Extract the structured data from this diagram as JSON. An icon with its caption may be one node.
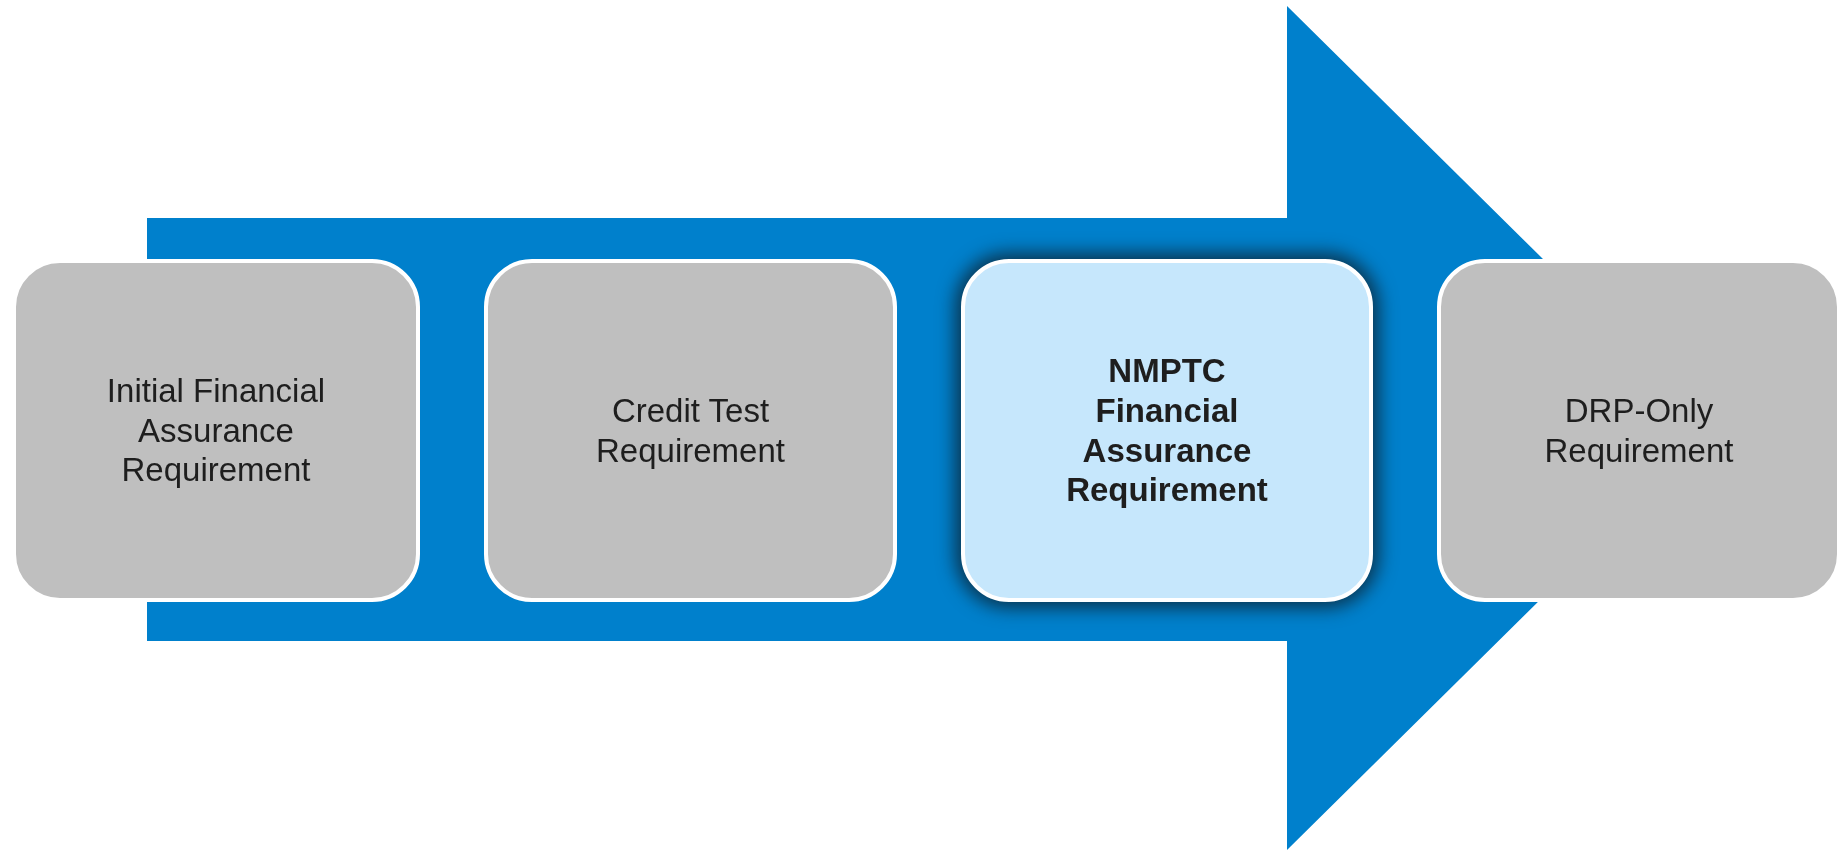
{
  "diagram": {
    "nodes": [
      {
        "text": [
          "Initial Financial Assurance Requirement"
        ]
      },
      {
        "text": [
          "Credit Test Requirement"
        ]
      },
      {
        "text": [
          "NMPTC Financial Assurance Requirement"
        ]
      },
      {
        "text": [
          "DRP-Only Requirement"
        ]
      }
    ],
    "edges": [
      {
        "from": 0,
        "to": 3,
        "arrow": "to"
      }
    ]
  }
}
